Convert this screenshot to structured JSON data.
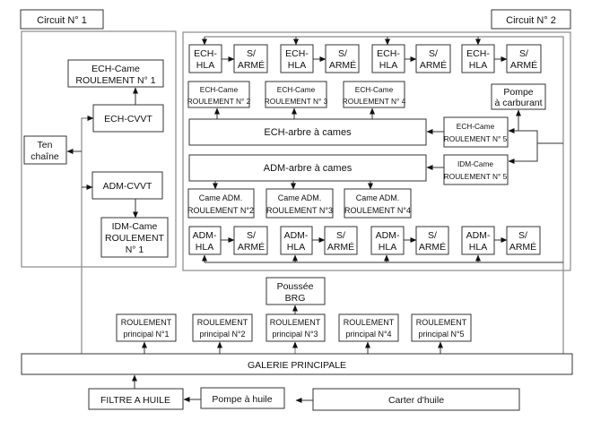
{
  "circuit1": {
    "label": "Circuit N° 1",
    "ech_came_1": [
      "ECH-Came",
      "ROULEMENT N° 1"
    ],
    "ech_cvvt": "ECH-CVVT",
    "ten_chaine": [
      "Ten",
      "chaîne"
    ],
    "adm_cvvt": "ADM-CVVT",
    "idm_came_1": [
      "IDM-Came",
      "ROULEMENT",
      "N° 1"
    ]
  },
  "circuit2": {
    "label": "Circuit N° 2",
    "ech_hla": [
      {
        "hla": [
          "ECH-",
          "HLA"
        ],
        "sarme": [
          "S/",
          "ARMÉ"
        ]
      },
      {
        "hla": [
          "ECH-",
          "HLA"
        ],
        "sarme": [
          "S/",
          "ARMÉ"
        ]
      },
      {
        "hla": [
          "ECH-",
          "HLA"
        ],
        "sarme": [
          "S/",
          "ARMÉ"
        ]
      },
      {
        "hla": [
          "ECH-",
          "HLA"
        ],
        "sarme": [
          "S/",
          "ARMÉ"
        ]
      }
    ],
    "ech_came_bearings": [
      [
        "ECH-Came",
        "ROULEMENT N° 2"
      ],
      [
        "ECH-Came",
        "ROULEMENT N° 3"
      ],
      [
        "ECH-Came",
        "ROULEMENT N° 4"
      ]
    ],
    "pompe_carburant": [
      "Pompe",
      "à carburant"
    ],
    "ech_arbre": "ECH-arbre à cames",
    "ech_came_5": [
      "ECH-Came",
      "ROULEMENT N° 5"
    ],
    "adm_arbre": "ADM-arbre à cames",
    "idm_came_5": [
      "IDM-Came",
      "ROULEMENT N° 5"
    ],
    "adm_came_bearings": [
      [
        "Came ADM.",
        "ROULEMENT N°2"
      ],
      [
        "Came ADM.",
        "ROULEMENT N°3"
      ],
      [
        "Came ADM.",
        "ROULEMENT N°4"
      ]
    ],
    "adm_hla": [
      {
        "hla": [
          "ADM-",
          "HLA"
        ],
        "sarme": [
          "S/",
          "ARMÉ"
        ]
      },
      {
        "hla": [
          "ADM-",
          "HLA"
        ],
        "sarme": [
          "S/",
          "ARMÉ"
        ]
      },
      {
        "hla": [
          "ADM-",
          "HLA"
        ],
        "sarme": [
          "S/",
          "ARMÉ"
        ]
      },
      {
        "hla": [
          "ADM-",
          "HLA"
        ],
        "sarme": [
          "S/",
          "ARMÉ"
        ]
      }
    ]
  },
  "poussee_brg": [
    "Poussée",
    "BRG"
  ],
  "main_bearings": [
    [
      "ROULEMENT",
      "principal N°1"
    ],
    [
      "ROULEMENT",
      "principal N°2"
    ],
    [
      "ROULEMENT",
      "principal N°3"
    ],
    [
      "ROULEMENT",
      "principal N°4"
    ],
    [
      "ROULEMENT",
      "principal N°5"
    ]
  ],
  "galerie": "GALERIE PRINCIPALE",
  "filtre": "FILTRE A HUILE",
  "pompe_huile": "Pompe à huile",
  "carter": "Carter d'huile"
}
